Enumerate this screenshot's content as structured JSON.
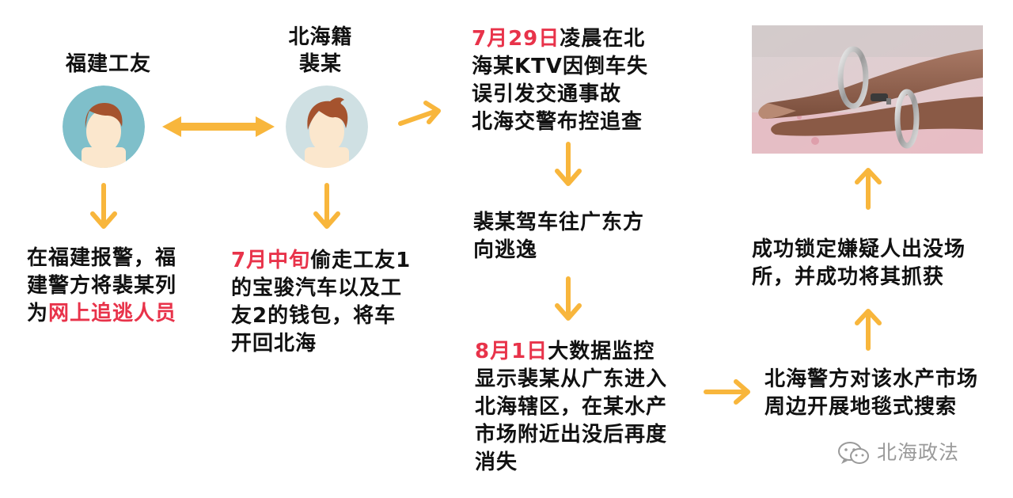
{
  "colors": {
    "arrow": "#f8b63c",
    "highlight": "#e8334a",
    "avatar_left_bg": "#7fbfca",
    "avatar_right_bg": "#cfe0e3",
    "hair": "#a5532e",
    "face": "#fbe7cd"
  },
  "person_left": {
    "label": "福建工友",
    "avatar_icon": "male-avatar-icon"
  },
  "person_right": {
    "label_line1": "北海籍",
    "label_line2": "裴某",
    "avatar_icon": "male-avatar-icon"
  },
  "box_fujian": {
    "line1": "在福建报警，福",
    "line2": "建警方将裴某列",
    "line3_prefix": "为",
    "line3_highlight": "网上追逃人员"
  },
  "box_theft": {
    "date": "7月中旬",
    "line1_rest": "偷走工友1",
    "line2": "的宝骏汽车以及工",
    "line3": "友2的钱包，将车",
    "line4": "开回北海"
  },
  "box_accident": {
    "date": "7月29日",
    "line1_rest": "凌晨在北",
    "line2": "海某KTV因倒车失",
    "line3": "误引发交通事故",
    "line4": "北海交警布控追查"
  },
  "box_escape": {
    "line1": "裴某驾车往广东方",
    "line2": "向逃逸"
  },
  "box_bigdata": {
    "date": "8月1日",
    "line1_rest": "大数据监控",
    "line2": "显示裴某从广东进入",
    "line3": "北海辖区，在某水产",
    "line4": "市场附近出没后再度",
    "line5": "消失"
  },
  "box_search": {
    "line1": "北海警方对该水产市场",
    "line2": "周边开展地毯式搜索"
  },
  "box_caught": {
    "line1": "成功锁定嫌疑人出没场",
    "line2": "所，并成功将其抓获"
  },
  "photo": {
    "icon": "handcuffed-hands-photo"
  },
  "watermark": {
    "icon": "wechat-icon",
    "text": "北海政法"
  }
}
